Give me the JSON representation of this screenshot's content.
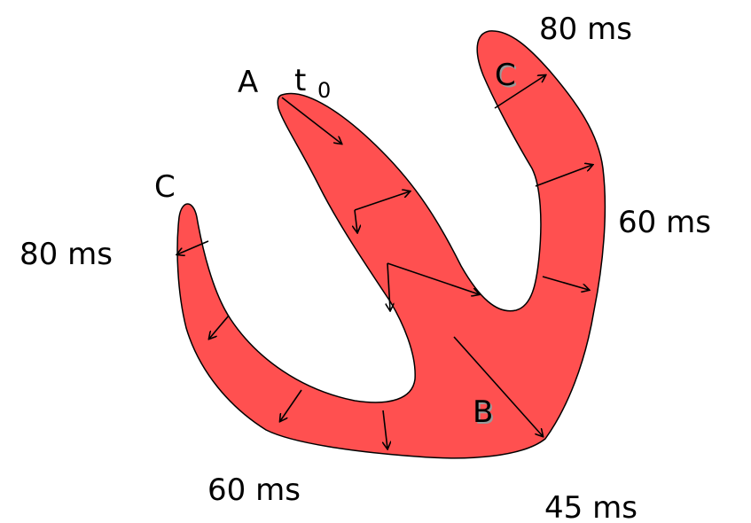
{
  "colors": {
    "tissue_fill": "#ff5050",
    "outline": "#000000",
    "arrow": "#000000",
    "background": "#ffffff"
  },
  "labels": {
    "origin_point": "A",
    "time_symbol": "t",
    "time_subscript": "0",
    "point_b": "B",
    "point_c_left": "C",
    "point_c_right": "C",
    "time_top_right": "80 ms",
    "time_right": "60 ms",
    "time_left": "80 ms",
    "time_bottom_left": "60 ms",
    "time_bottom_right": "45 ms"
  }
}
